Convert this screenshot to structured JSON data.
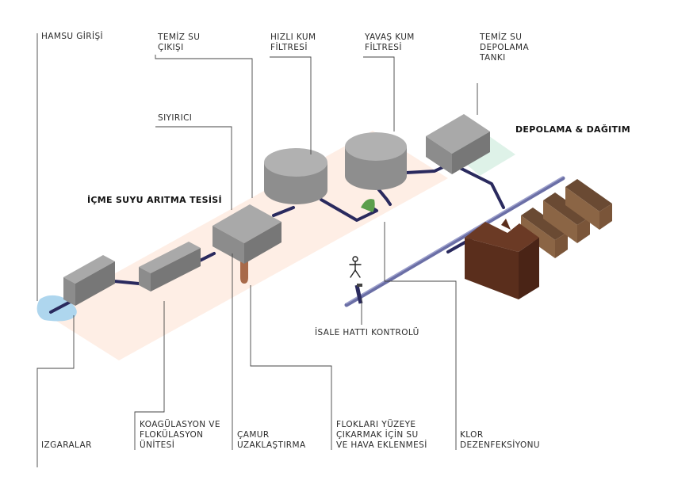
{
  "labels": {
    "hamsu_girisi": "HAMSU GİRİŞİ",
    "temiz_su_cikisi": "TEMİZ SU\nÇIKIŞI",
    "hizli_kum_filtresi": "HIZLI KUM\nFİLTRESİ",
    "yavas_kum_filtresi": "YAVAŞ KUM\nFİLTRESİ",
    "temiz_su_depolama_tanki": "TEMİZ SU\nDEPOLAMA\nTANKI",
    "siyirici": "SIYIRICI",
    "isale_hatti_kontrolu": "İSALE HATTI KONTROLÜ",
    "izgaralar": "IZGARALAR",
    "koagulasyon": "KOAGÜLASYON VE\nFLOKÜLASYON\nÜNİTESİ",
    "camur": "ÇAMUR\nUZAKLAŞTIRMA",
    "floklari": "FLOKLARI YÜZEYE\nÇIKARMAK İÇİN SU\nVE HAVA EKLENMESİ",
    "klor": "KLOR\nDEZENFEKSİYONU"
  },
  "sections": {
    "icme_suyu": "İÇME SUYU ARITMA TESİSİ",
    "depolama": "DEPOLAMA & DAĞITIM"
  },
  "colors": {
    "box_top": "#a9a9a9",
    "box_left": "#8c8c8c",
    "box_right": "#777777",
    "pipe": "#2a2a5e",
    "band_treatment": "#fde8dc",
    "band_storage": "#d6efe2",
    "water": "#aed6ee",
    "house_roof": "#6a4a33",
    "house_front": "#8b6545",
    "factory": "#5a2e1c",
    "main_line": "#6b6fa6",
    "sludge": "#a86a4a",
    "leader": "#444444"
  }
}
